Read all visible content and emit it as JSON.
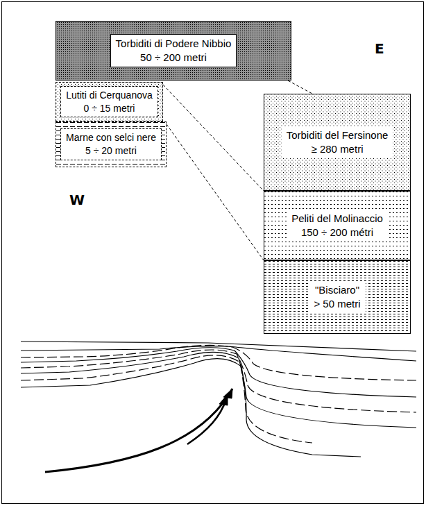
{
  "diagram": {
    "nodes": [
      {
        "text": [
          "Torbiditi di Podere Nibbio",
          "50 ÷ 200 metri"
        ]
      },
      {
        "text": [
          "Lutiti di Cerquanova",
          "0 ÷ 15 metri"
        ]
      },
      {
        "text": [
          "Marne con selci nere",
          "5 ÷ 20 metri"
        ]
      },
      {
        "text": [
          "Torbiditi del Fersinone",
          "≥ 280 metri"
        ]
      },
      {
        "text": [
          "Peliti del Molinaccio",
          "150 ÷ 200 métri"
        ]
      },
      {
        "text": [
          "\"Bisciaro\"",
          "> 50 metri"
        ]
      }
    ],
    "edges": [
      {
        "from": 0,
        "to": 3,
        "arrow": "none"
      },
      {
        "from": 1,
        "to": 4,
        "arrow": "none"
      },
      {
        "from": 2,
        "to": 5,
        "arrow": "none"
      }
    ],
    "labels": [
      "E",
      "W"
    ]
  }
}
